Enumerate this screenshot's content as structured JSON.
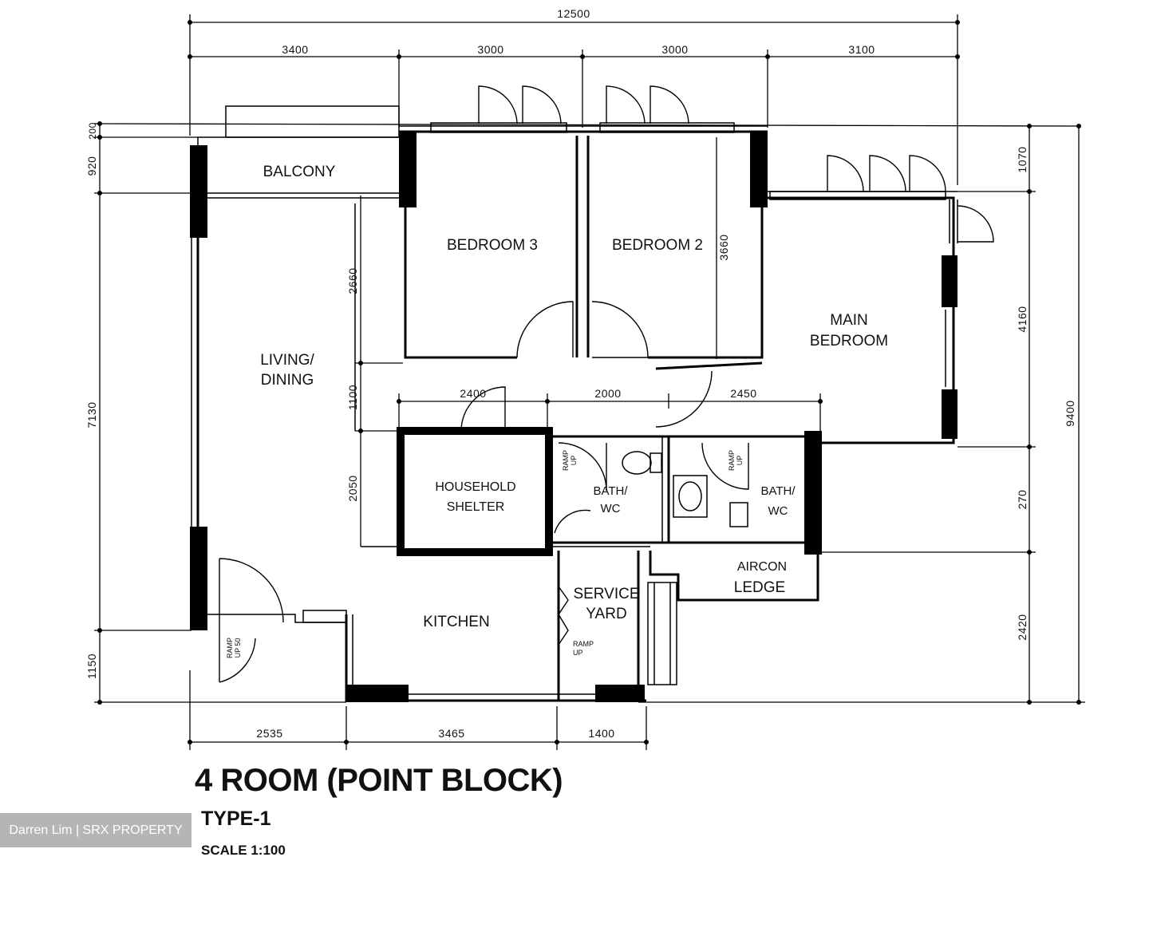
{
  "plan": {
    "title": "4 ROOM (POINT BLOCK)",
    "type": "TYPE-1",
    "scale": "SCALE 1:100",
    "watermark": "Darren Lim | SRX PROPERTY",
    "rooms": {
      "balcony": "BALCONY",
      "bedroom3": "BEDROOM 3",
      "bedroom2": "BEDROOM 2",
      "main_bedroom_line1": "MAIN",
      "main_bedroom_line2": "BEDROOM",
      "living_line1": "LIVING/",
      "living_line2": "DINING",
      "household_line1": "HOUSEHOLD",
      "household_line2": "SHELTER",
      "bath1_line1": "BATH/",
      "bath1_line2": "WC",
      "bath2_line1": "BATH/",
      "bath2_line2": "WC",
      "aircon_line1": "AIRCON",
      "aircon_line2": "LEDGE",
      "kitchen": "KITCHEN",
      "service_line1": "SERVICE",
      "service_line2": "YARD"
    },
    "ramps": {
      "entrance_line1": "RAMP",
      "entrance_line2": "UP 50",
      "bath1_line1": "RAMP",
      "bath1_line2": "UP",
      "bath2_line1": "RAMP",
      "bath2_line2": "UP",
      "yard_line1": "RAMP",
      "yard_line2": "UP"
    },
    "dimensions": {
      "top_total": "12500",
      "top_1": "3400",
      "top_2": "3000",
      "top_3": "3000",
      "top_4": "3100",
      "bottom_1": "2535",
      "bottom_2": "3465",
      "bottom_3": "1400",
      "left_200": "200",
      "left_920": "920",
      "left_7130": "7130",
      "left_1150": "1150",
      "inner_2660": "2660",
      "inner_1100": "1100",
      "inner_2050": "2050",
      "bed_3660": "3660",
      "mid_2400": "2400",
      "mid_2000": "2000",
      "mid_2450": "2450",
      "right_1070": "1070",
      "right_4160": "4160",
      "right_9400": "9400",
      "right_2420": "2420",
      "right_270": "270"
    }
  }
}
